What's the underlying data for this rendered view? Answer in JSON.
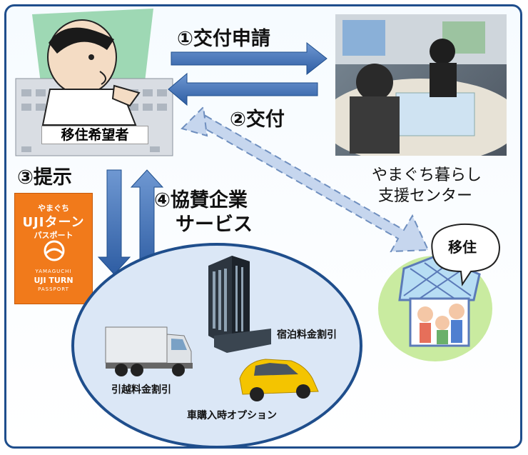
{
  "labels": {
    "step1": "①交付申請",
    "step2": "②交付",
    "step3": "③提示",
    "step4_line1": "④協賛企業",
    "step4_line2": "サービス",
    "applicant": "移住希望者",
    "center_line1": "やまぐち暮らし",
    "center_line2": "支援センター",
    "migrate": "移住",
    "hotel_discount": "宿泊料金割引",
    "moving_discount": "引越料金割引",
    "car_option": "車購入時オプション"
  },
  "passport": {
    "line1": "やまぐち",
    "line2": "UJIターン",
    "line3": "パスポート",
    "line4": "YAMAGUCHI",
    "line5": "UJI TURN",
    "line6": "PASSPORT"
  },
  "colors": {
    "arrow_blue": "#3f6fb6",
    "frame_blue": "#1f4e8c",
    "ellipse_fill": "#dbe7f6",
    "passport_orange": "#f17a1b",
    "house_green": "#c9eba0"
  }
}
